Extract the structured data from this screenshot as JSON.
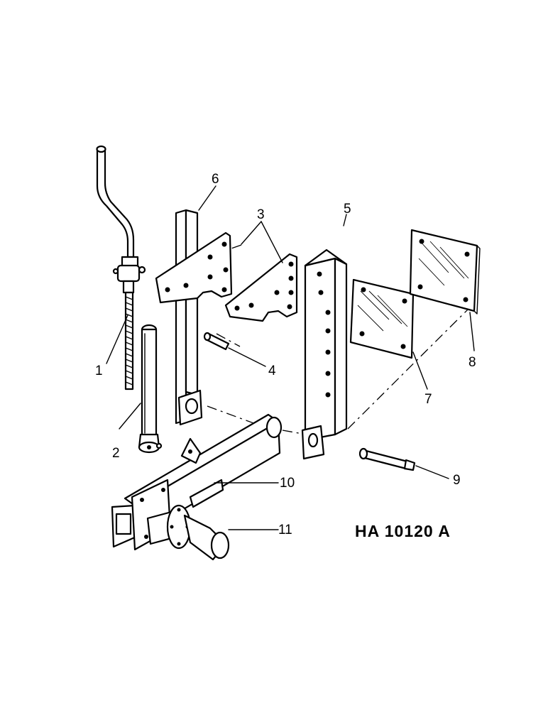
{
  "callouts": {
    "c1": "1",
    "c2": "2",
    "c3": "3",
    "c4": "4",
    "c5": "5",
    "c6": "6",
    "c7": "7",
    "c8": "8",
    "c9": "9",
    "c10": "10",
    "c11": "11"
  },
  "reference_code": "HA 10120 A"
}
